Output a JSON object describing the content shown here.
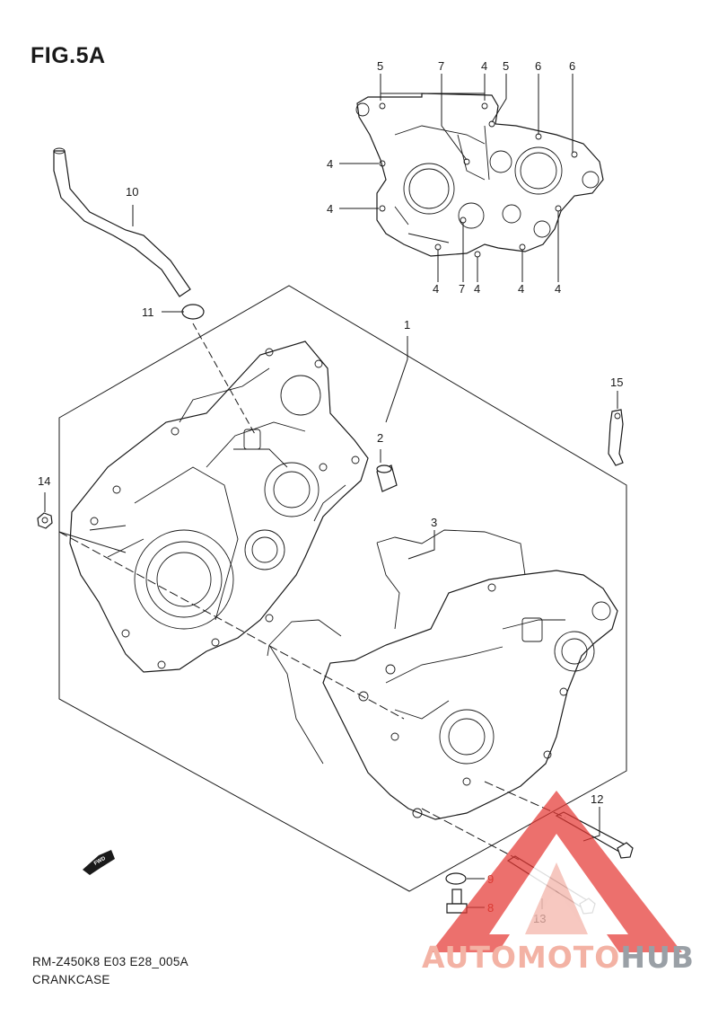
{
  "figure": {
    "title": "FIG.5A",
    "model_code": "RM-Z450K8 E03 E28_005A",
    "section_name": "CRANKCASE",
    "fwd_marker": "FWD"
  },
  "callouts": {
    "c1": "1",
    "c2": "2",
    "c3": "3",
    "c4a": "4",
    "c4b": "4",
    "c4c": "4",
    "c4d": "4",
    "c4e": "4",
    "c4f": "4",
    "c4g": "4",
    "c5a": "5",
    "c5b": "5",
    "c6a": "6",
    "c6b": "6",
    "c7a": "7",
    "c7b": "7",
    "c8": "8",
    "c9": "9",
    "c10": "10",
    "c11": "11",
    "c12": "12",
    "c13": "13",
    "c14": "14",
    "c15": "15"
  },
  "watermark": {
    "text_part1": "AUTOMOTO",
    "text_part2": "HUB",
    "color_primary": "#e53935",
    "color_secondary": "#9aa0a6"
  }
}
